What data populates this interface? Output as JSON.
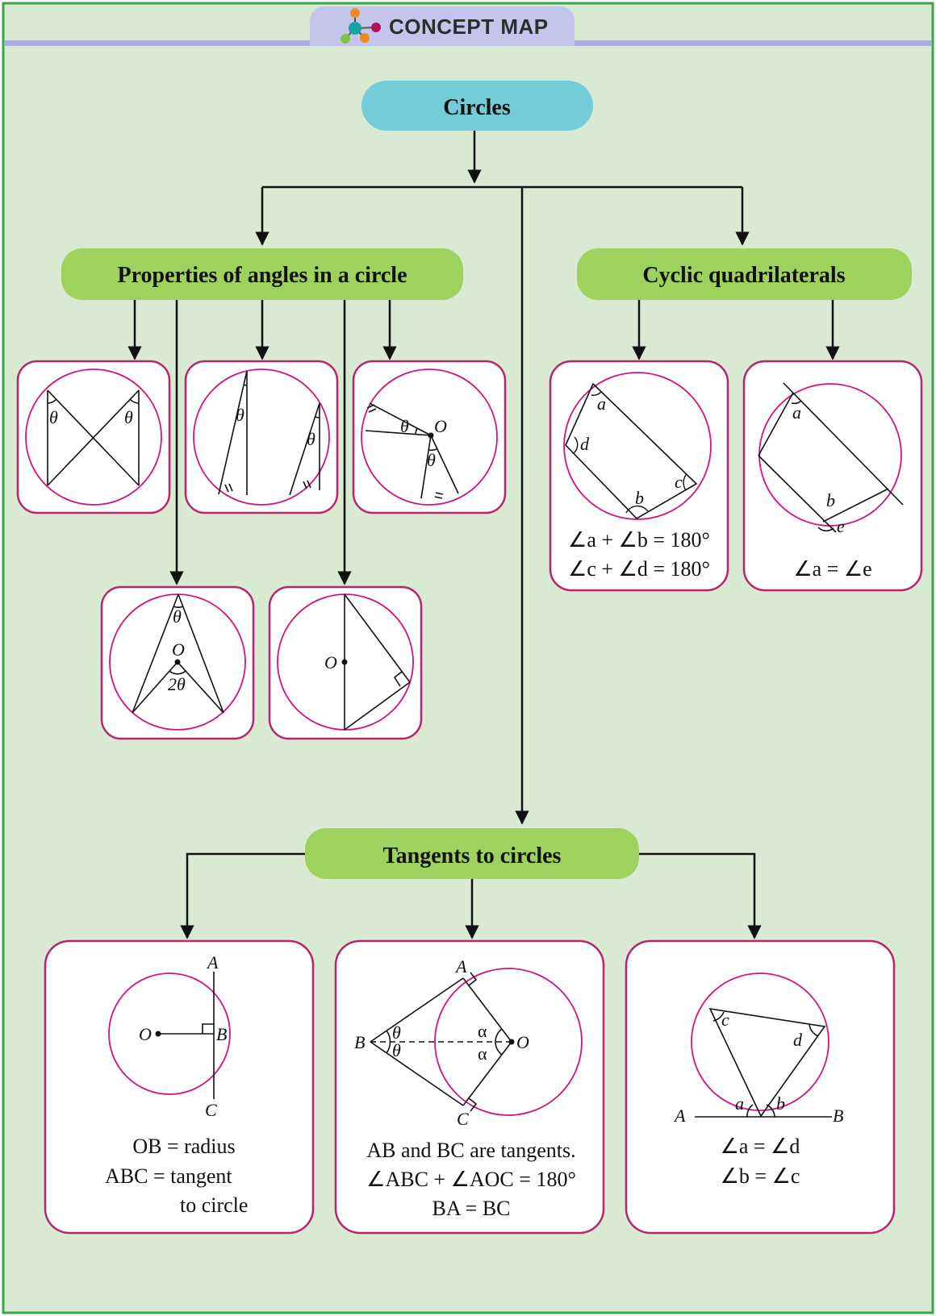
{
  "banner": {
    "title": "CONCEPT MAP",
    "icon": "molecule-icon"
  },
  "colors": {
    "page_bg": "#d9ead3",
    "page_border": "#3aa64a",
    "banner_tab": "#c3c6ea",
    "banner_line": "#a9aede",
    "root_node": "#73ccd8",
    "branch_node": "#9fd15f",
    "card_border": "#b8256b",
    "circle_stroke": "#d4147d"
  },
  "root": {
    "label": "Circles"
  },
  "angles_branch": {
    "label": "Properties of angles in a circle",
    "cards": [
      {
        "labels": [
          "θ",
          "θ"
        ]
      },
      {
        "labels": [
          "θ",
          "θ"
        ]
      },
      {
        "labels": [
          "θ",
          "θ",
          "O"
        ]
      },
      {
        "labels": [
          "θ",
          "O",
          "2θ"
        ]
      },
      {
        "labels": [
          "O"
        ]
      }
    ]
  },
  "cyclic_branch": {
    "label": "Cyclic quadrilaterals",
    "cards": [
      {
        "labels": [
          "a",
          "d",
          "b",
          "c"
        ],
        "caption": [
          "∠a + ∠b = 180°",
          "∠c + ∠d = 180°"
        ]
      },
      {
        "labels": [
          "a",
          "b",
          "e"
        ],
        "caption": [
          "∠a = ∠e"
        ]
      }
    ]
  },
  "tangent_branch": {
    "label": "Tangents to circles",
    "cards": [
      {
        "labels": [
          "A",
          "O",
          "B",
          "C"
        ],
        "caption": [
          "OB = radius",
          "ABC = tangent",
          "to circle"
        ]
      },
      {
        "labels": [
          "A",
          "B",
          "θ",
          "θ",
          "α",
          "α",
          "O",
          "C"
        ],
        "caption": [
          "AB and BC are tangents.",
          "∠ABC + ∠AOC = 180°",
          "BA = BC"
        ]
      },
      {
        "labels": [
          "c",
          "d",
          "a",
          "b",
          "A",
          "B"
        ],
        "caption": [
          "∠a = ∠d",
          "∠b = ∠c"
        ]
      }
    ]
  }
}
